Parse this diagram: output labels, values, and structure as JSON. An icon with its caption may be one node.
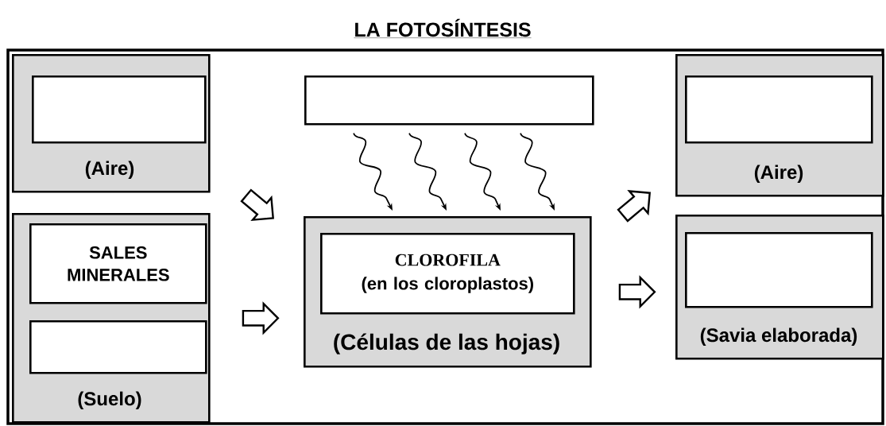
{
  "diagram": {
    "title": "LA FOTOSÍNTESIS",
    "nodes": [
      {
        "text": [
          "(Aire)"
        ]
      },
      {
        "text": [],
        "shape": "box",
        "in": 0
      },
      {
        "text": [
          "(Suelo)"
        ]
      },
      {
        "text": [
          "SALES MINERALES"
        ],
        "in": 2
      },
      {
        "text": [],
        "shape": "box",
        "in": 2
      },
      {
        "text": [],
        "shape": "box"
      },
      {
        "text": [
          "(Células de las hojas)"
        ]
      },
      {
        "text": [
          "CLOROFILA",
          "(en los cloroplastos)"
        ],
        "in": 6
      },
      {
        "text": [
          "(Aire)"
        ]
      },
      {
        "text": [],
        "shape": "box",
        "in": 8
      },
      {
        "text": [
          "(Savia elaborada)"
        ]
      },
      {
        "text": [],
        "shape": "box",
        "in": 10
      }
    ],
    "edges": [
      {
        "from": 0,
        "to": 6,
        "arrow": "to",
        "style": "thick"
      },
      {
        "from": 2,
        "to": 6,
        "arrow": "to",
        "style": "thick"
      },
      {
        "from": 5,
        "to": 6,
        "arrow": "to"
      },
      {
        "from": 5,
        "to": 6,
        "arrow": "to"
      },
      {
        "from": 5,
        "to": 6,
        "arrow": "to"
      },
      {
        "from": 5,
        "to": 6,
        "arrow": "to"
      },
      {
        "from": 6,
        "to": 8,
        "arrow": "to",
        "style": "thick"
      },
      {
        "from": 6,
        "to": 10,
        "arrow": "to",
        "style": "thick"
      }
    ]
  }
}
